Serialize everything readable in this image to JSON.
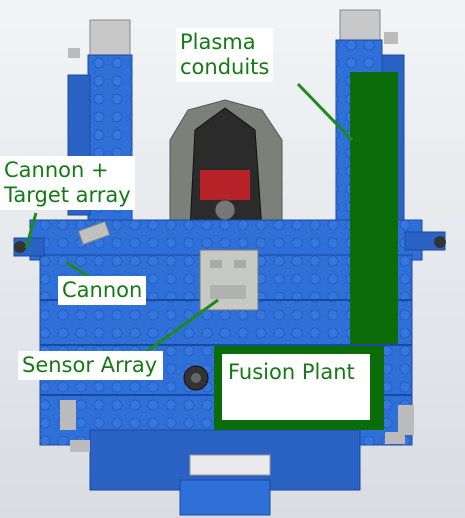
{
  "annotations": {
    "plasma_conduits": [
      "Plasma",
      "conduits"
    ],
    "cannon_target": [
      "Cannon +",
      "Target array"
    ],
    "cannon": "Cannon",
    "sensor_array": "Sensor Array",
    "fusion_plant": "Fusion Plant"
  },
  "colors": {
    "label_text": "#157a15",
    "highlight_fill": "#0a6d0a",
    "leader_line": "#1d8a1d",
    "hull_blue": "#2f6fd8",
    "background": "#e9edf0"
  }
}
